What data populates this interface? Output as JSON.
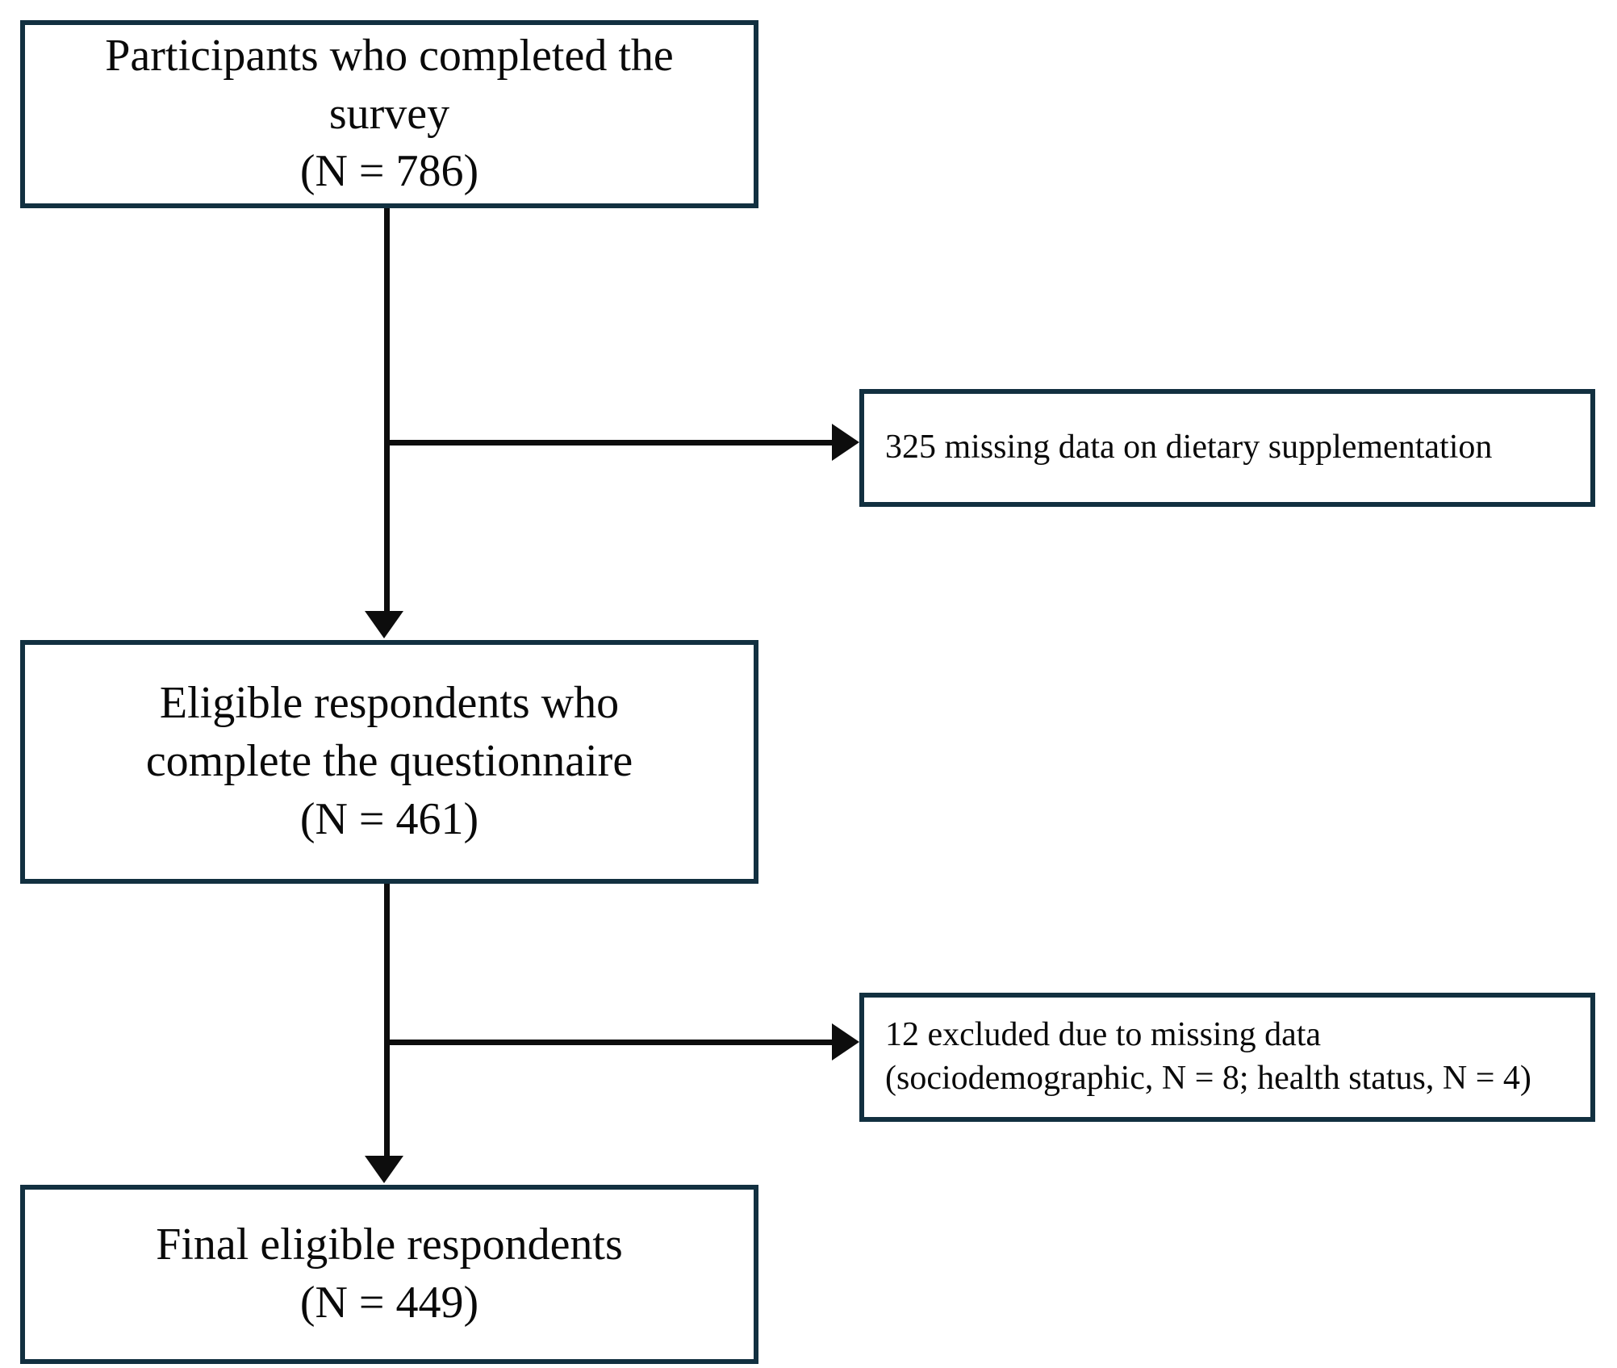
{
  "diagram": {
    "type": "participant-flow-chart",
    "accent_color": "#123040",
    "line_color": "#0d0d0d",
    "background_color": "#ffffff",
    "nodes": [
      {
        "id": "participants",
        "text": "Participants who completed the\nsurvey\n(N = 786)",
        "n": 786,
        "align": "center"
      },
      {
        "id": "missing_supplementation",
        "text": "325 missing data on dietary supplementation",
        "n": 325,
        "align": "left"
      },
      {
        "id": "eligible_respondents",
        "text": "Eligible respondents who\ncomplete the questionnaire\n(N = 461)",
        "n": 461,
        "align": "center"
      },
      {
        "id": "excluded_missing",
        "text": "12 excluded due to missing data\n(sociodemographic, N = 8;  health status, N = 4)",
        "n": 12,
        "align": "left"
      },
      {
        "id": "final_respondents",
        "text": "Final eligible respondents\n(N = 449)",
        "n": 449,
        "align": "center"
      }
    ],
    "edges": [
      {
        "id": "edge-1",
        "from": "participants",
        "to": "eligible_respondents",
        "direction": "down"
      },
      {
        "id": "edge-2",
        "from": "participants",
        "to": "missing_supplementation",
        "direction": "right"
      },
      {
        "id": "edge-3",
        "from": "eligible_respondents",
        "to": "final_respondents",
        "direction": "down"
      },
      {
        "id": "edge-4",
        "from": "eligible_respondents",
        "to": "excluded_missing",
        "direction": "right"
      }
    ]
  }
}
